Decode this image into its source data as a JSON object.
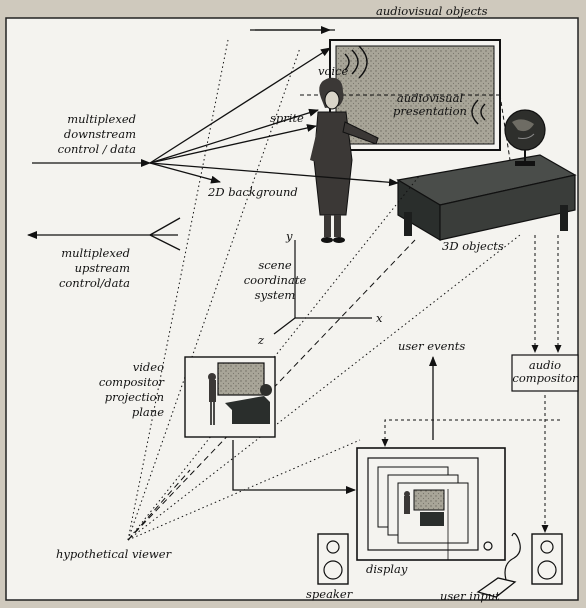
{
  "labels": {
    "audiovisual_objects": "audiovisual objects",
    "voice": "voice",
    "sprite": "sprite",
    "audiovisual_presentation_1": "audiovisual",
    "audiovisual_presentation_2": "presentation",
    "downstream_1": "multiplexed",
    "downstream_2": "downstream",
    "downstream_3": "control / data",
    "background_2d": "2D background",
    "upstream_1": "multiplexed",
    "upstream_2": "upstream",
    "upstream_3": "control/data",
    "objects_3d": "3D objects",
    "scene_1": "scene",
    "scene_2": "coordinate",
    "scene_3": "system",
    "axis_y": "y",
    "axis_x": "x",
    "axis_z": "z",
    "video_1": "video",
    "video_2": "compositor",
    "video_3": "projection",
    "video_4": "plane",
    "user_events": "user events",
    "audio_1": "audio",
    "audio_2": "compositor",
    "hypothetical_viewer": "hypothetical viewer",
    "display": "display",
    "speaker": "speaker",
    "user_input": "user input"
  },
  "colors": {
    "background": "#cfc9bd",
    "panel": "#f4f3ef",
    "ink": "#111111",
    "screen_fill": "#9c9a8e",
    "desk_fill": "#2a2e2c",
    "figure_fill": "#3b3836"
  }
}
